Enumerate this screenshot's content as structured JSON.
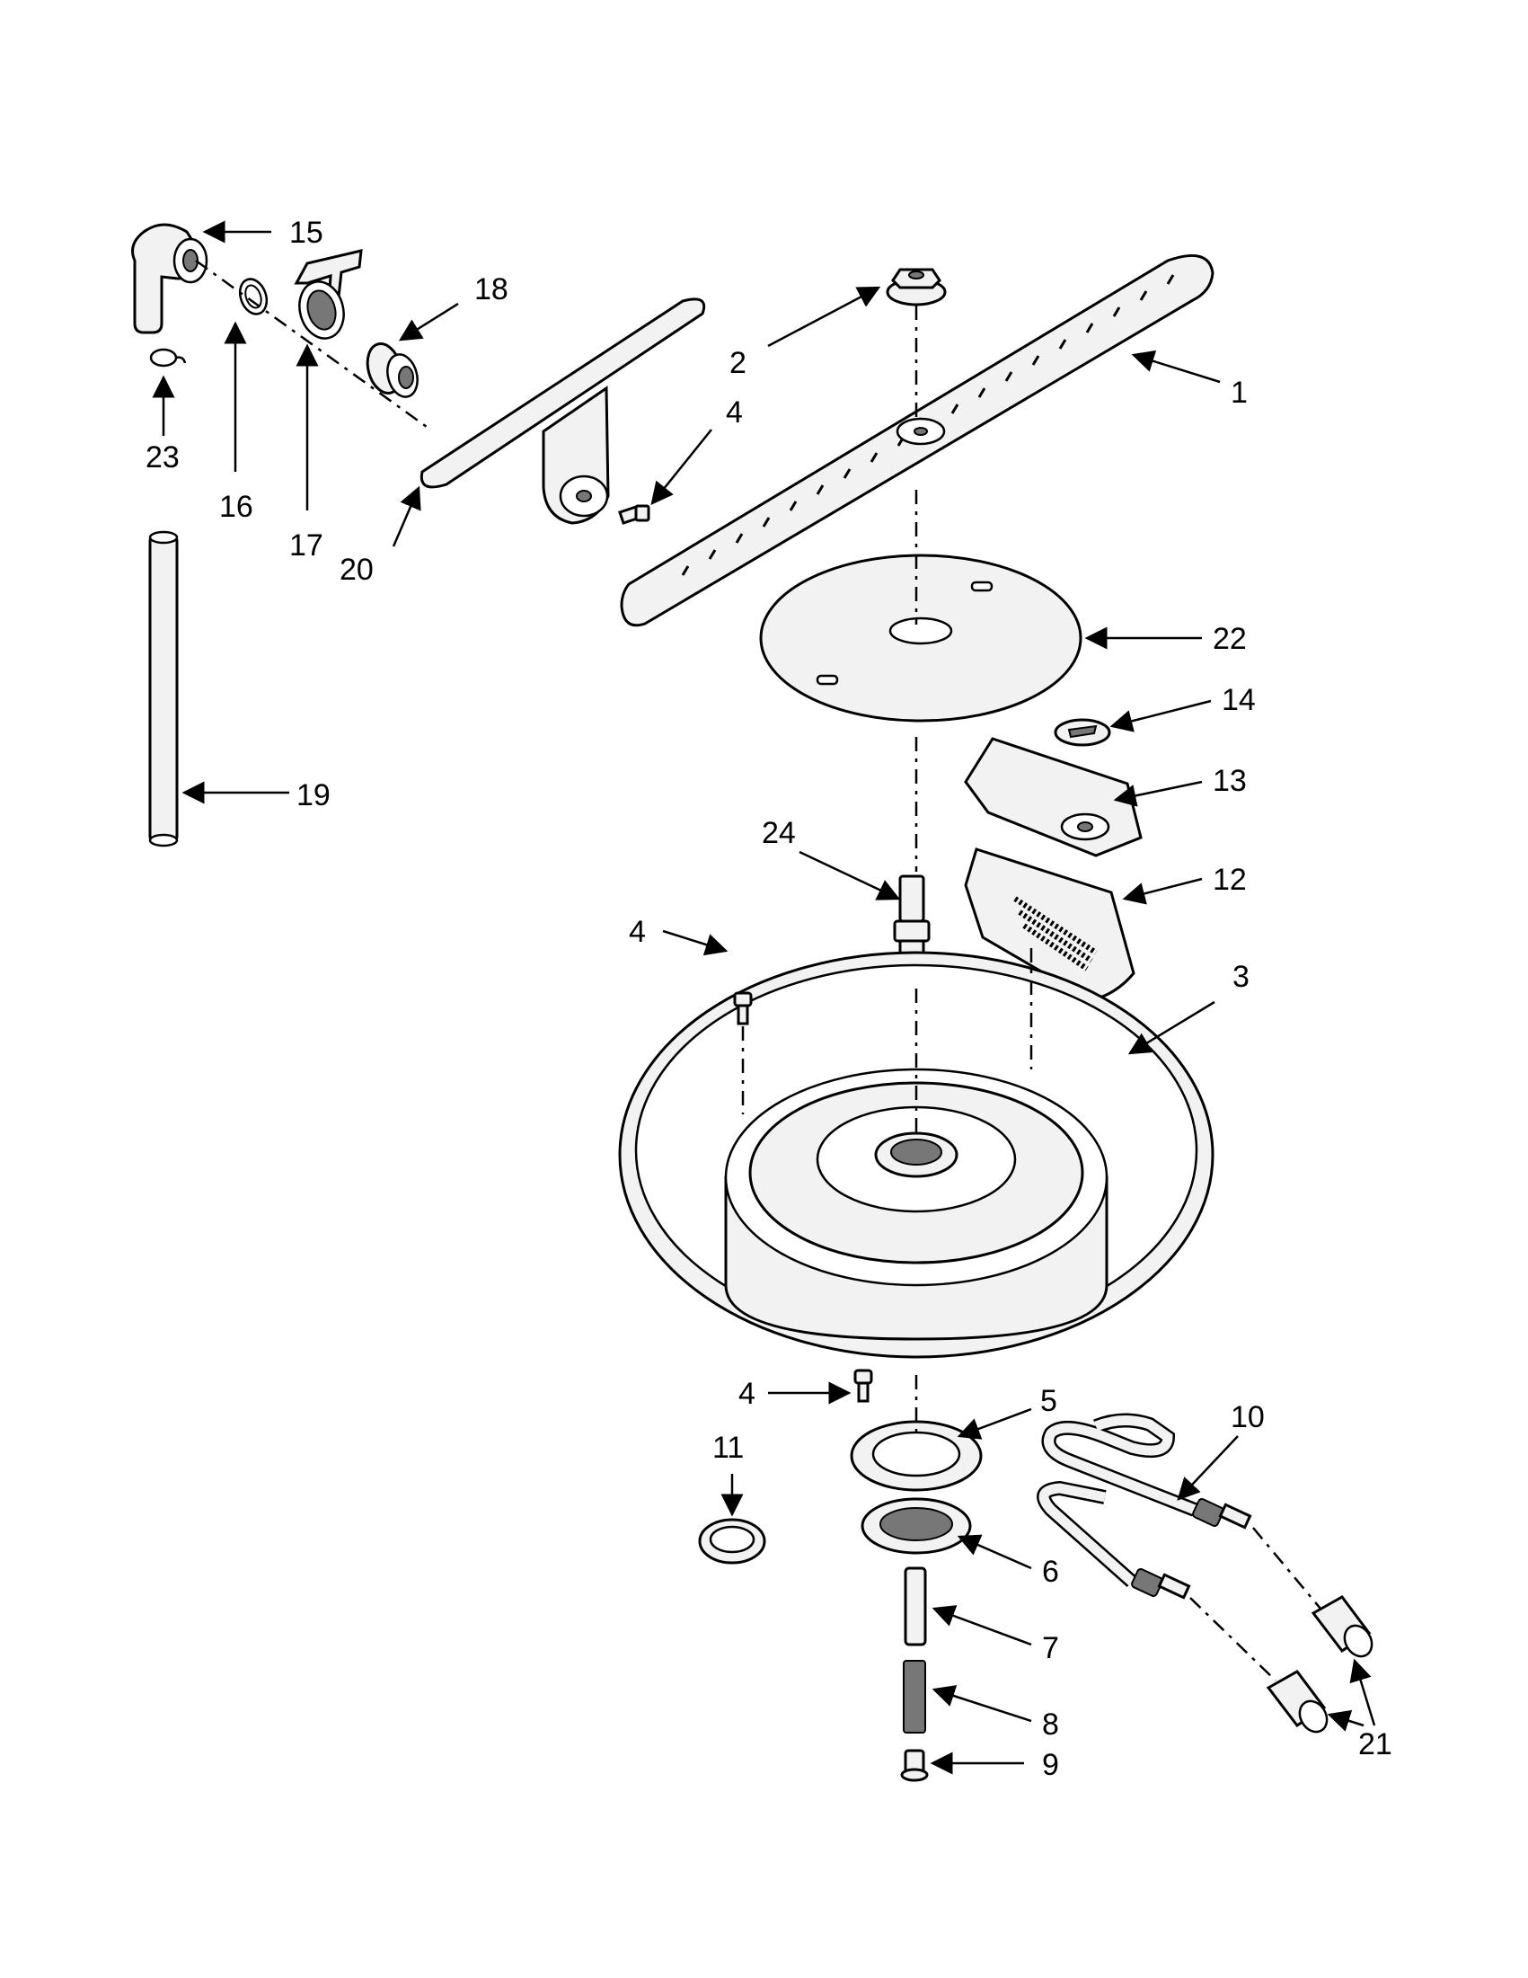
{
  "callouts": {
    "n1": "1",
    "n2": "2",
    "n3": "3",
    "n4a": "4",
    "n4b": "4",
    "n4c": "4",
    "n5": "5",
    "n6": "6",
    "n7": "7",
    "n8": "8",
    "n9": "9",
    "n10": "10",
    "n11": "11",
    "n12": "12",
    "n13": "13",
    "n14": "14",
    "n15": "15",
    "n16": "16",
    "n17": "17",
    "n18": "18",
    "n19": "19",
    "n20": "20",
    "n21": "21",
    "n22": "22",
    "n23": "23",
    "n24": "24"
  }
}
